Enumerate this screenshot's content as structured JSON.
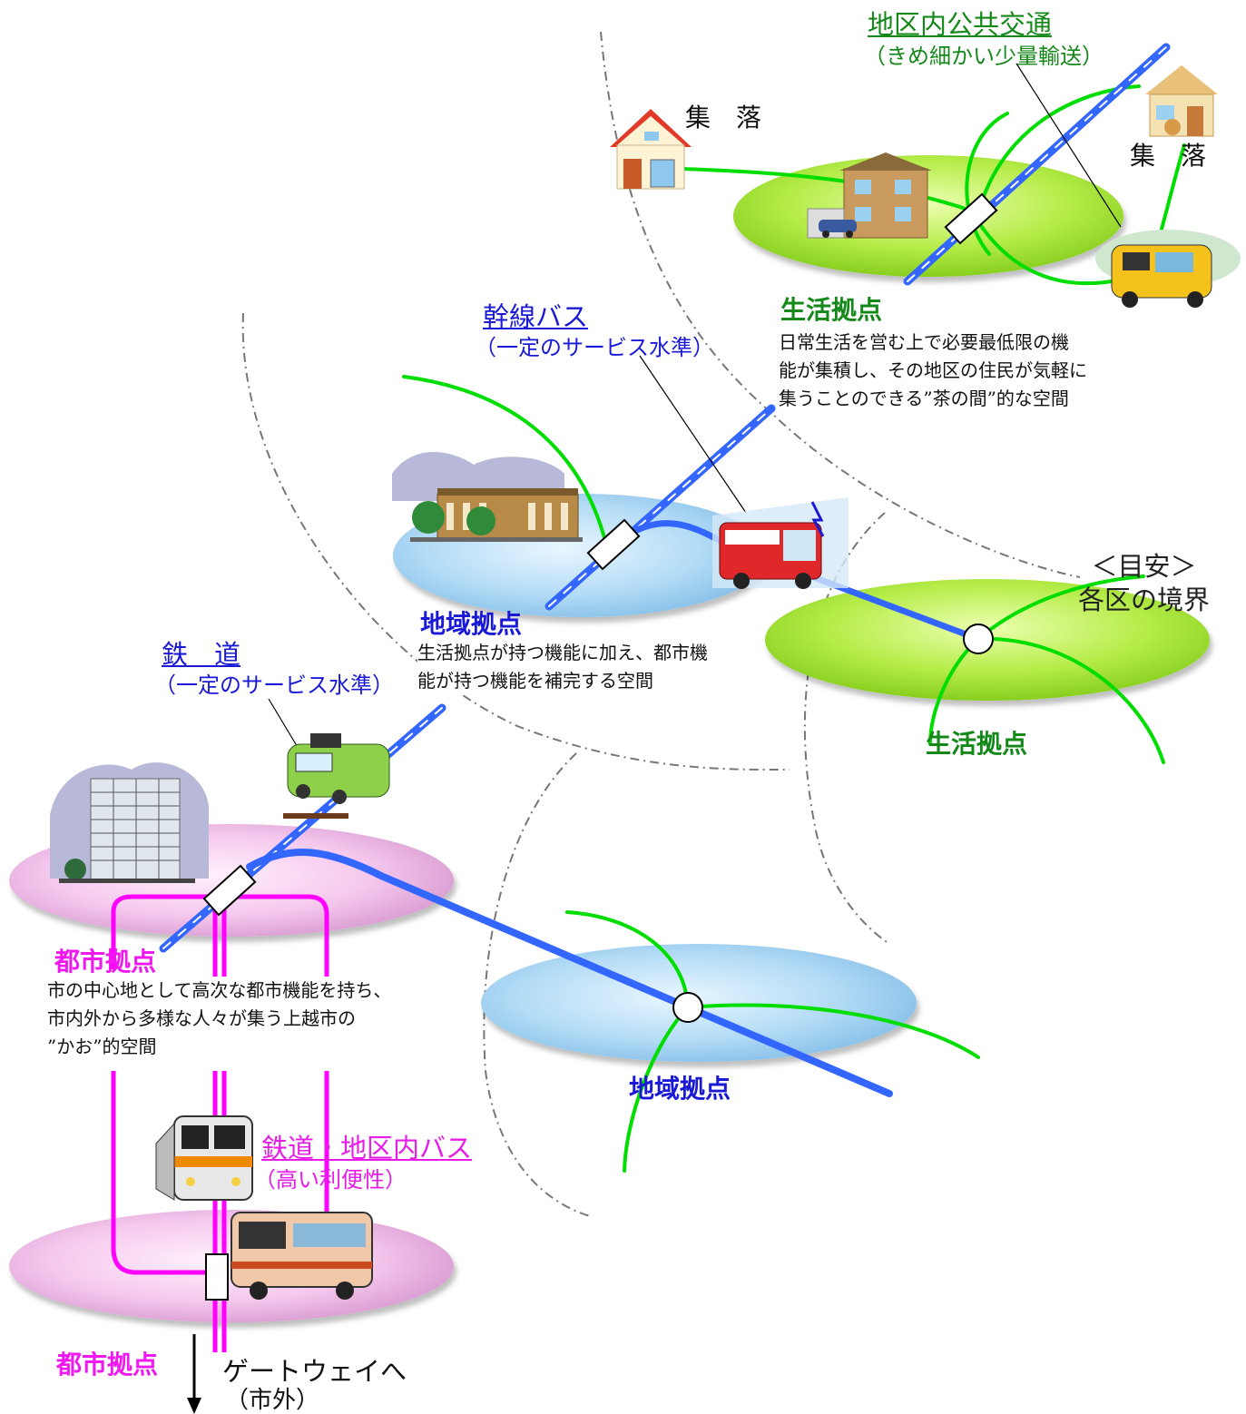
{
  "labels": {
    "local_transit": {
      "title": "地区内公共交通",
      "sub": "（きめ細かい少量輸送）"
    },
    "trunk_bus": {
      "title": "幹線バス",
      "sub": "（一定のサービス水準）"
    },
    "railway": {
      "title": "鉄　道",
      "sub": "（一定のサービス水準）"
    },
    "rail_local_bus": {
      "title": "鉄道・地区内バス",
      "sub": "（高い利便性）"
    },
    "village_1": "集　落",
    "village_2": "集　落",
    "boundary": {
      "line1": "＜目安＞",
      "line2": "各区の境界"
    },
    "gateway": {
      "line1": "ゲートウェイへ",
      "line2": "（市外）"
    }
  },
  "hubs": {
    "life_top": {
      "name": "生活拠点",
      "desc": [
        "日常生活を営む上で必要最低限の機",
        "能が集積し、その地区の住民が気軽に",
        "集うことのできる”茶の間”的な空間"
      ]
    },
    "regional_top": {
      "name": "地域拠点",
      "desc": [
        "生活拠点が持つ機能に加え、都市機",
        "能が持つ機能を補完する空間"
      ]
    },
    "urban_top": {
      "name": "都市拠点",
      "desc": [
        "市の中心地として高次な都市機能を持ち、",
        "市内外から多様な人々が集う上越市の",
        "”かお”的空間"
      ]
    },
    "life_right": {
      "name": "生活拠点"
    },
    "regional_bottom": {
      "name": "地域拠点"
    },
    "urban_bottom": {
      "name": "都市拠点"
    }
  },
  "icons": [
    "house-red-roof-icon",
    "house-beige-icon",
    "apartment-house-icon",
    "school-bus-icon",
    "red-bus-icon",
    "public-building-icon",
    "train-character-icon",
    "office-tower-icon",
    "commuter-train-icon",
    "city-bus-icon"
  ],
  "colors": {
    "local_transit_line": "#00dd00",
    "trunk_line": "#3366ff",
    "high_service_line": "#ff00ff",
    "life_hub": "#a8e83a",
    "regional_hub": "#a9d6f5",
    "urban_hub": "#f5c0ec",
    "boundary_line": "#777777"
  }
}
